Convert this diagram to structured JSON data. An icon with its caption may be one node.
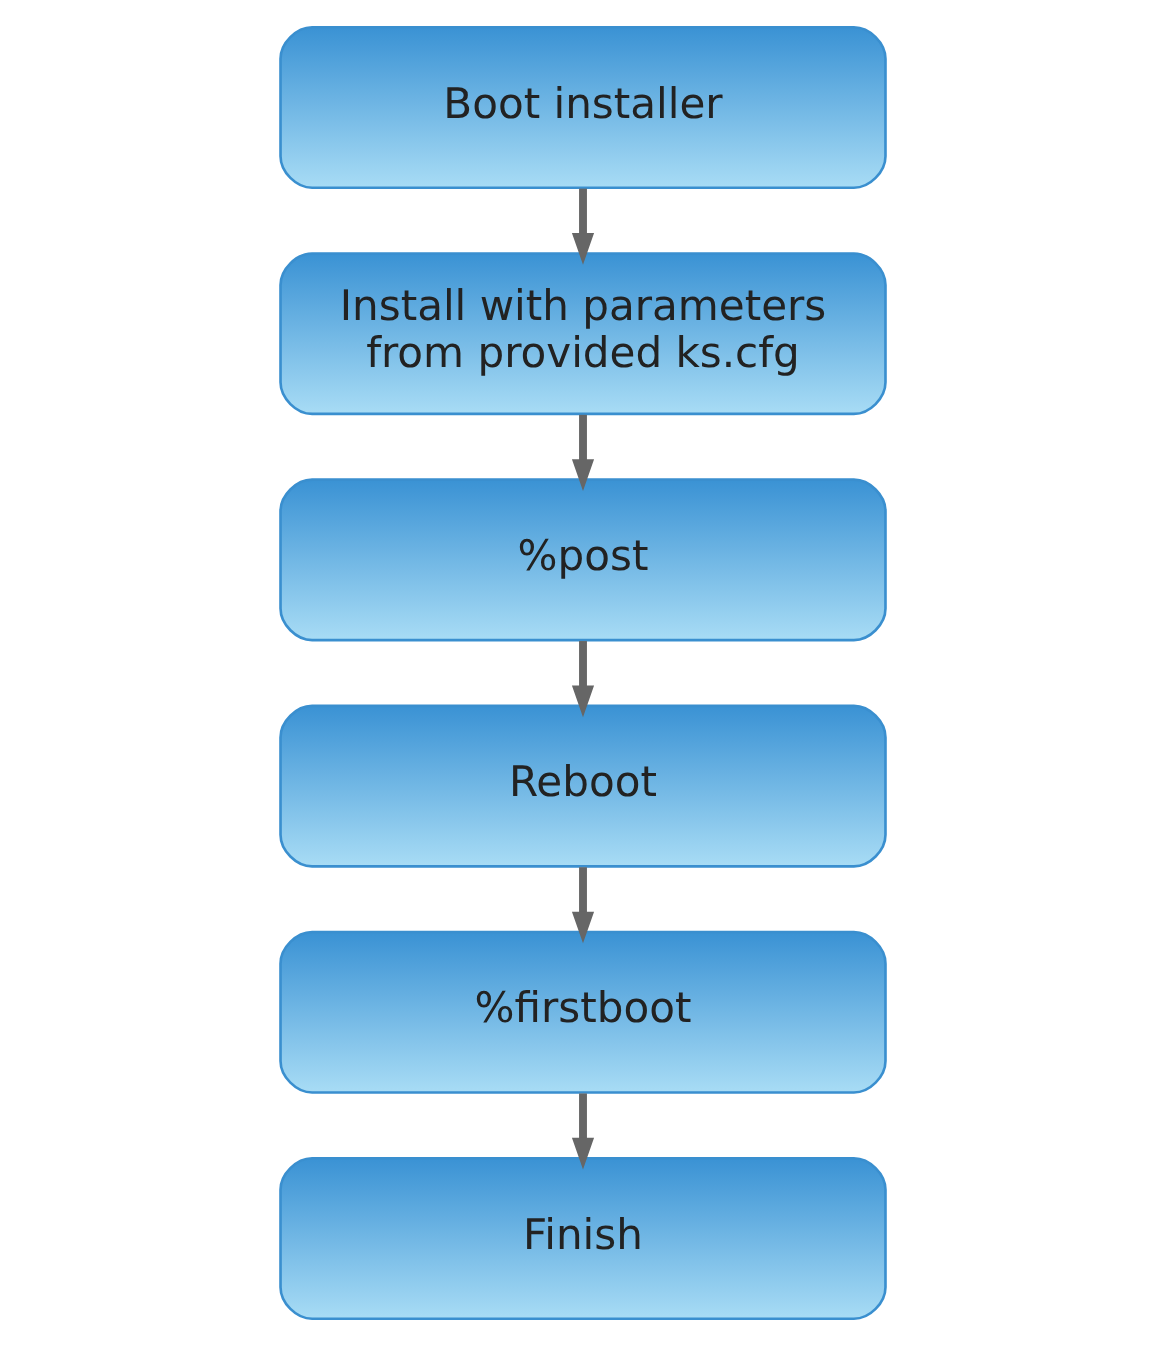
{
  "diagram": {
    "nodes": [
      {
        "text": [
          "Boot installer"
        ]
      },
      {
        "text": [
          "Install with parameters from provided ks.cfg"
        ]
      },
      {
        "text": [
          "%post"
        ]
      },
      {
        "text": [
          "Reboot"
        ]
      },
      {
        "text": [
          "%firstboot"
        ]
      },
      {
        "text": [
          "Finish"
        ]
      }
    ],
    "edges": [
      {
        "from": 0,
        "to": 1,
        "arrow": "to"
      },
      {
        "from": 1,
        "to": 2,
        "arrow": "to"
      },
      {
        "from": 2,
        "to": 3,
        "arrow": "to"
      },
      {
        "from": 3,
        "to": 4,
        "arrow": "to"
      },
      {
        "from": 4,
        "to": 5,
        "arrow": "to"
      }
    ]
  }
}
